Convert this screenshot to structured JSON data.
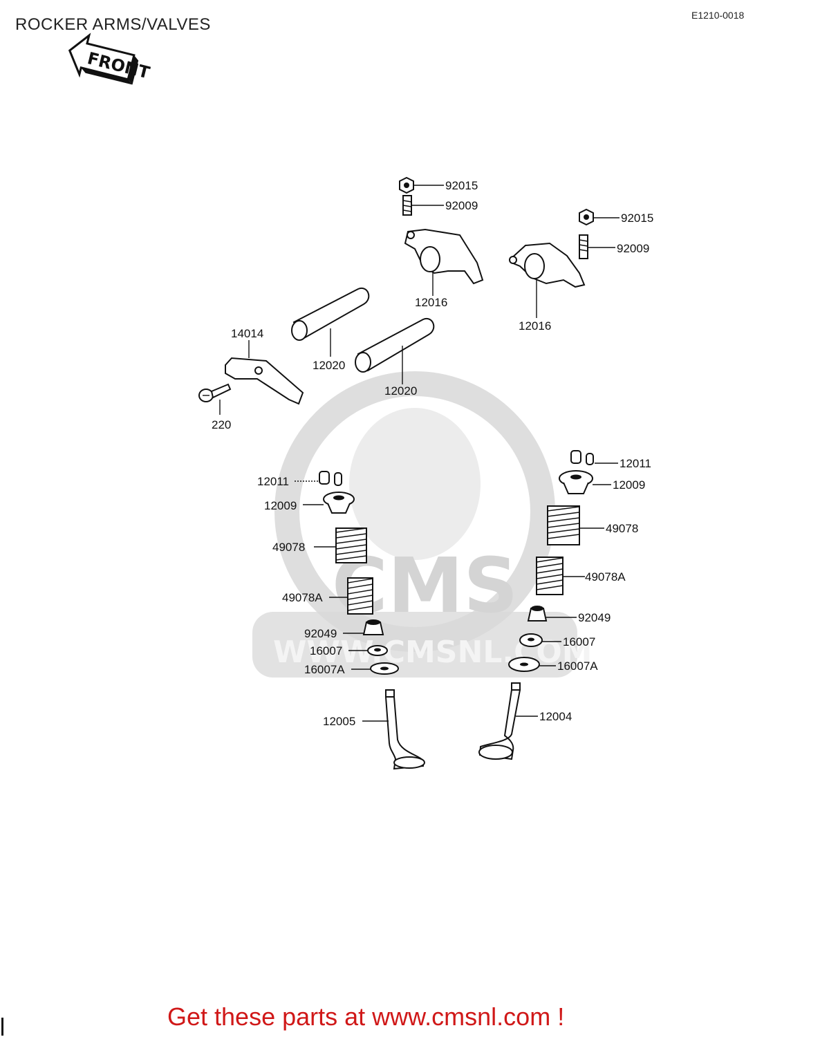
{
  "title": "ROCKER ARMS/VALVES",
  "reference_code": "E1210-0018",
  "front_badge": "FRONT",
  "watermark": {
    "brand": "CMS",
    "url": "WWW.CMSNL.COM"
  },
  "footer": {
    "text": "Get these parts at www.cmsnl.com !"
  },
  "part_labels": {
    "nut_top": "92015",
    "stud_top": "92009",
    "rocker_left": "12016",
    "nut_right": "92015",
    "stud_right": "92009",
    "rocker_right": "12016",
    "plate": "14014",
    "screw": "220",
    "shaft_upper": "12020",
    "shaft_lower": "12020",
    "cotter_left": "12011",
    "retainer_left": "12009",
    "spring_outer_left": "49078",
    "spring_inner_left": "49078A",
    "seal_left": "92049",
    "seat_left": "16007",
    "washer_left": "16007A",
    "valve_exhaust": "12005",
    "cotter_right": "12011",
    "retainer_right": "12009",
    "spring_outer_right": "49078",
    "spring_inner_right": "49078A",
    "seal_right": "92049",
    "seat_right": "16007",
    "washer_right": "16007A",
    "valve_intake": "12004"
  }
}
